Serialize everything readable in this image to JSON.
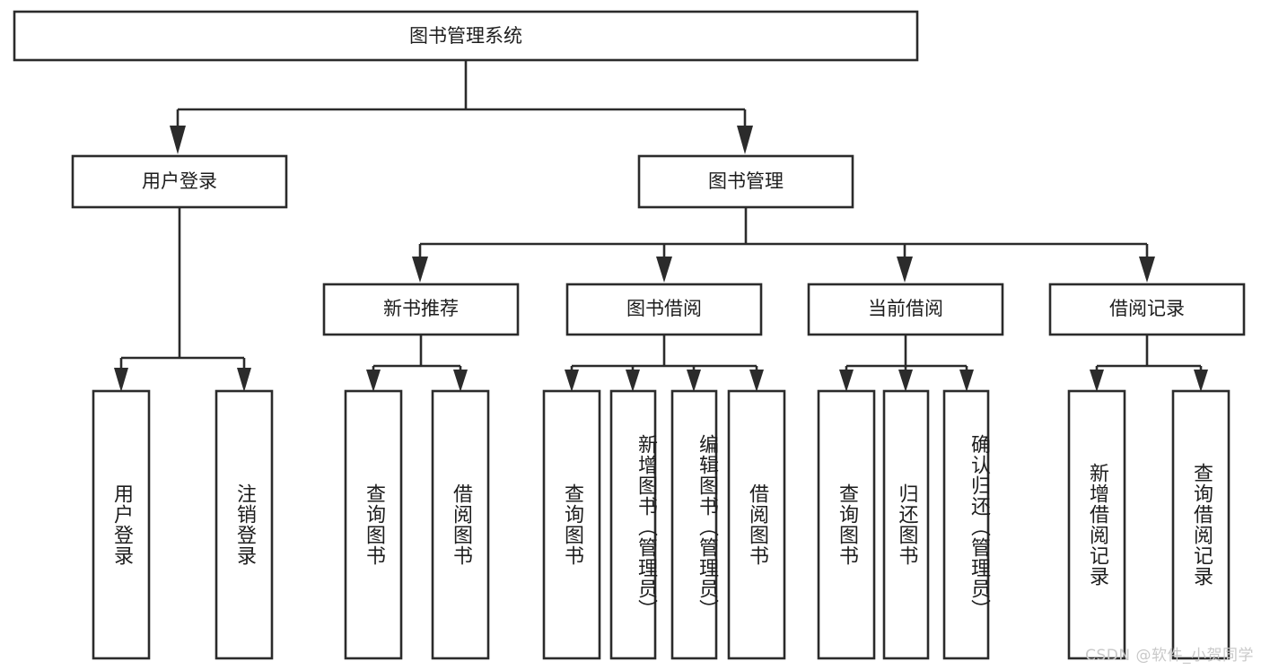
{
  "diagram": {
    "type": "tree",
    "title_node": {
      "id": "root",
      "label": "图书管理系统"
    },
    "level2": [
      {
        "id": "user-login",
        "label": "用户登录"
      },
      {
        "id": "book-manage",
        "label": "图书管理"
      }
    ],
    "level3": [
      {
        "id": "new-book-recommend",
        "label": "新书推荐"
      },
      {
        "id": "book-borrow",
        "label": "图书借阅"
      },
      {
        "id": "current-borrow",
        "label": "当前借阅"
      },
      {
        "id": "borrow-record",
        "label": "借阅记录"
      }
    ],
    "leaves": [
      {
        "id": "leaf-user-login",
        "label": "用户登录",
        "parent": "用户登录"
      },
      {
        "id": "leaf-logout",
        "label": "注销登录",
        "parent": "用户登录"
      },
      {
        "id": "leaf-query-book-1",
        "label": "查询图书",
        "parent": "新书推荐"
      },
      {
        "id": "leaf-borrow-book-1",
        "label": "借阅图书",
        "parent": "新书推荐"
      },
      {
        "id": "leaf-query-book-2",
        "label": "查询图书",
        "parent": "图书借阅"
      },
      {
        "id": "leaf-add-book",
        "label": "新增图书（管理员）",
        "parent": "图书借阅"
      },
      {
        "id": "leaf-edit-book",
        "label": "编辑图书（管理员）",
        "parent": "图书借阅"
      },
      {
        "id": "leaf-borrow-book-2",
        "label": "借阅图书",
        "parent": "图书借阅"
      },
      {
        "id": "leaf-query-book-3",
        "label": "查询图书",
        "parent": "当前借阅"
      },
      {
        "id": "leaf-return-book",
        "label": "归还图书",
        "parent": "当前借阅"
      },
      {
        "id": "leaf-confirm-return",
        "label": "确认归还（管理员）",
        "parent": "当前借阅"
      },
      {
        "id": "leaf-add-record",
        "label": "新增借阅记录",
        "parent": "借阅记录"
      },
      {
        "id": "leaf-query-record",
        "label": "查询借阅记录",
        "parent": "借阅记录"
      }
    ],
    "colors": {
      "stroke": "#2b2b2b",
      "box_fill": "#ffffff",
      "text": "#1d1d1d",
      "background": "#ffffff",
      "watermark": "#c9c9c9"
    }
  },
  "watermark": {
    "text": "CSDN @软件_小贺同学"
  }
}
